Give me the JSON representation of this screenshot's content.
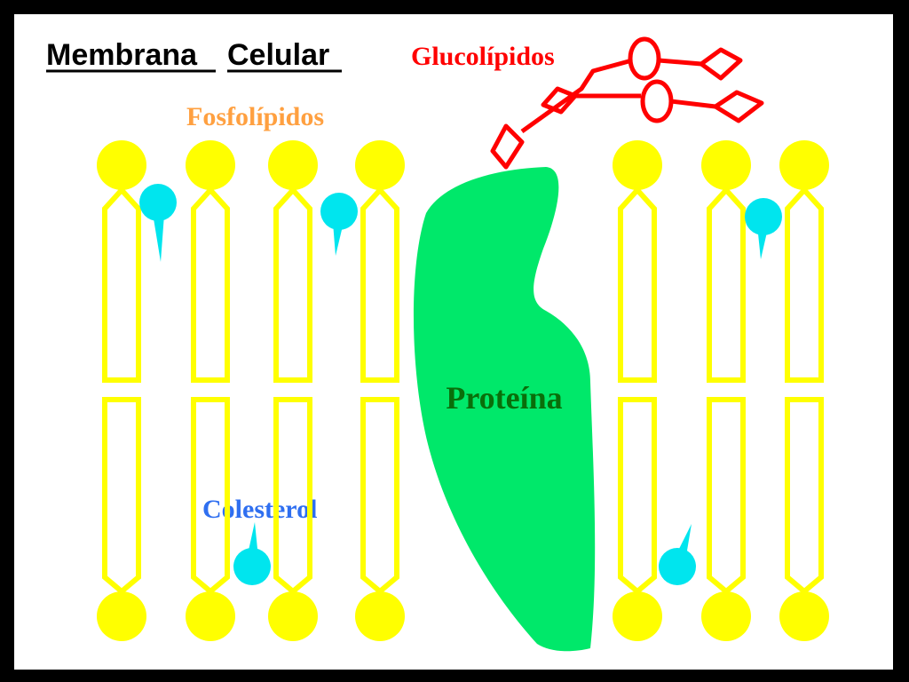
{
  "title": {
    "word1": "Membrana",
    "word2": "Celular"
  },
  "labels": {
    "phospholipids": "Fosfolípidos",
    "glycolipids": "Glucolípidos",
    "protein": "Proteína",
    "cholesterol": "Colesterol"
  },
  "colors": {
    "frame": "#000000",
    "background": "#ffffff",
    "phospholipid": "#ffff00",
    "cholesterol": "#00e5ee",
    "protein": "#00e86a",
    "glycolipid": "#ff0000",
    "phospholipids_label": "#ffa040",
    "cholesterol_label": "#2f6ff0",
    "protein_label": "#0a6e0a",
    "glycolipids_label": "#ff0000"
  }
}
